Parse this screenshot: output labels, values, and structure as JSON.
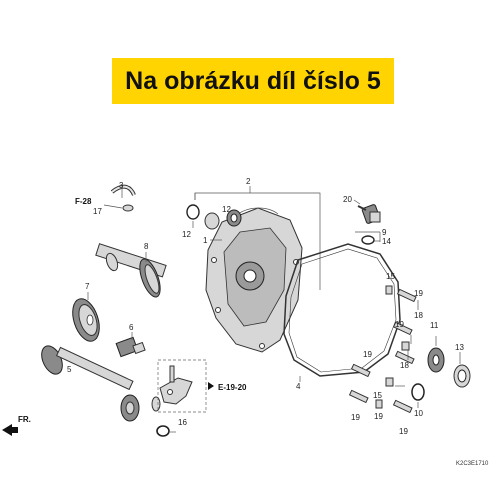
{
  "banner": {
    "text": "Na obrázku díl číslo 5",
    "color": "#ffd400"
  },
  "refs": {
    "f28": "F-28",
    "e1920": "E-19-20",
    "fr": "FR."
  },
  "diagram_code": "K2C3E1710",
  "callouts": {
    "c1": "1",
    "c2": "2",
    "c3": "3",
    "c4": "4",
    "c5": "5",
    "c6": "6",
    "c7": "7",
    "c8": "8",
    "c9": "9",
    "c10": "10",
    "c11": "11",
    "c12a": "12",
    "c12b": "12",
    "c13": "13",
    "c14": "14",
    "c15a": "15",
    "c15b": "15",
    "c16": "16",
    "c17": "17",
    "c18a": "18",
    "c18b": "18",
    "c19a": "19",
    "c19b": "19",
    "c19c": "19",
    "c19d": "19",
    "c19e": "19",
    "c19f": "19",
    "c20": "20"
  }
}
